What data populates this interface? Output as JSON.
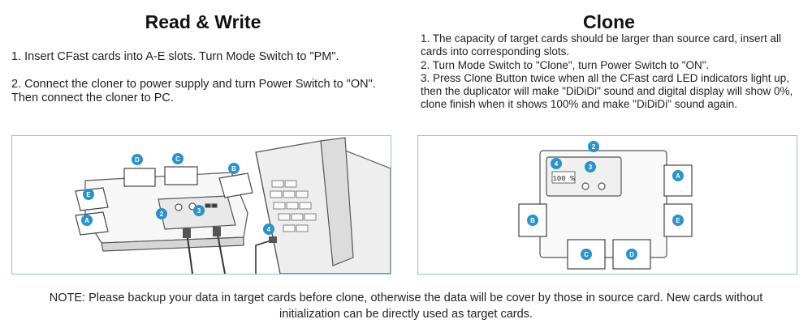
{
  "read_write": {
    "title": "Read & Write",
    "steps": [
      "1. Insert CFast cards into A-E slots. Turn Mode Switch to \"PM\".",
      "2. Connect the cloner to power supply and turn Power Switch to \"ON\". Then connect the cloner to PC."
    ],
    "labels": [
      "D",
      "C",
      "B",
      "E",
      "A",
      "2",
      "3",
      "4"
    ]
  },
  "clone": {
    "title": "Clone",
    "steps": [
      "1. The capacity of target cards should be larger than source card, insert all cards into corresponding slots.",
      "2. Turn Mode Switch to \"Clone\", turn Power Switch to \"ON\".",
      "3. Press Clone Button twice when all the CFast card LED indicators light up, then the duplicator will make \"DiDiDi\" sound and digital display will show 0%, clone finish when it shows 100% and make \"DiDiDi\" sound again."
    ],
    "labels": [
      "2",
      "4",
      "3",
      "A",
      "B",
      "E",
      "C",
      "D"
    ],
    "display": "100 %"
  },
  "note": "NOTE: Please backup your data in target cards before clone, otherwise the data will be cover by those  in source card. New cards without initialization can be directly used as target cards.",
  "colors": {
    "badge": "#2a93c9",
    "frame": "#8fbfd8"
  }
}
